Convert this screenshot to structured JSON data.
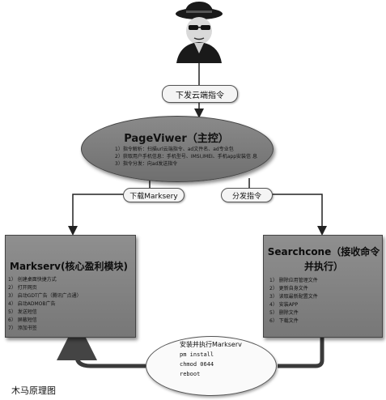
{
  "icons": {
    "hacker": "hacker-icon"
  },
  "labels": {
    "issue_cmd": "下发云端指令",
    "download": "下载Marksery",
    "dispatch": "分发指令"
  },
  "main": {
    "title": "PageViwer（主控）",
    "lines": [
      "1）指令解析：扫描url云端指令、ad文件名、ad专业包",
      "2）获取用户手机信息：手机型号、IMSI,IMEI、手机app安装信 息",
      "3）指令分发：向ad发送指令"
    ]
  },
  "left_box": {
    "title": "Markserv(核心盈利模块)",
    "items": [
      "1） 创建桌面快捷方式",
      "2） 打开网页",
      "3） 启动GDT广告（腾讯广点通）",
      "4） 启动ADMOB广告",
      "5） 发送短信",
      "6） 屏蔽短信",
      "7） 添加书签"
    ]
  },
  "right_box": {
    "title_line1": "Searchcone（接收命令",
    "title_line2": "并执行）",
    "items": [
      "1） 删除应用管理文件",
      "2） 更新自身文件",
      "3） 读取最新配置文件",
      "4） 安装APP",
      "5） 删除文件",
      "6） 下载文件"
    ]
  },
  "bottom": {
    "title": "安装并执行Markserv",
    "commands": [
      "pm install",
      "chmod 0644",
      "reboot"
    ]
  },
  "caption": "木马原理图"
}
